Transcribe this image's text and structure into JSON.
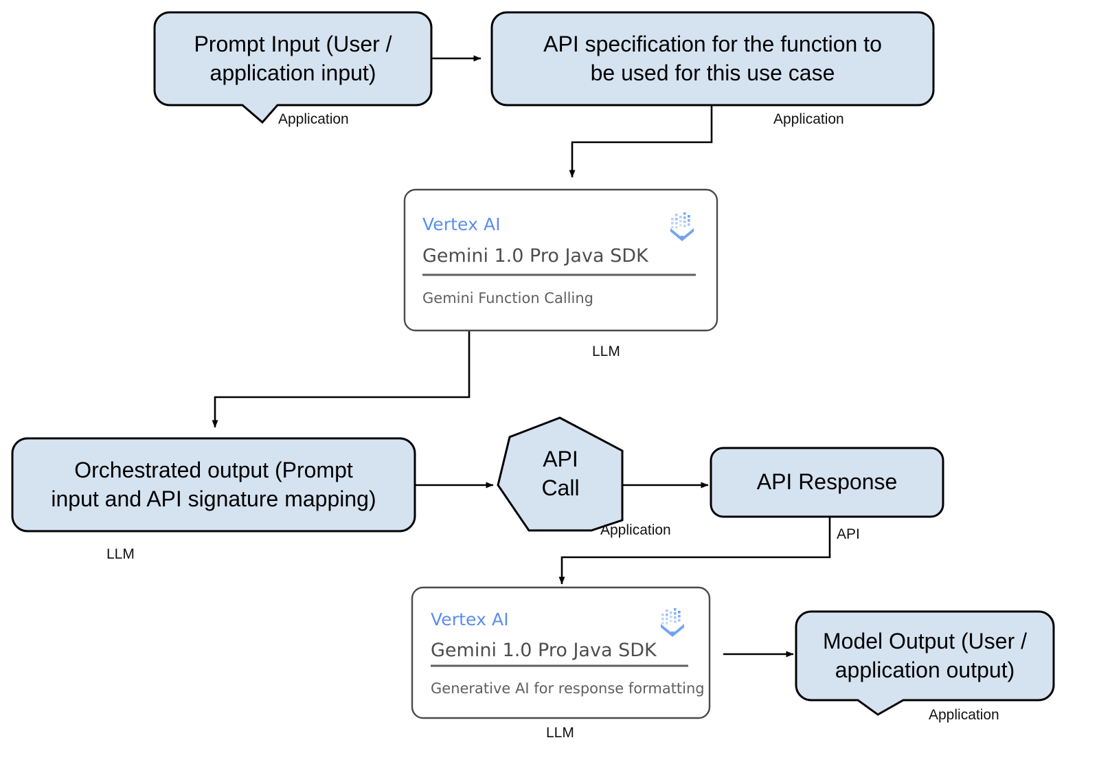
{
  "diagram": {
    "title": "Gemini Function Calling architecture flow",
    "colors": {
      "node_fill": "#d5e2f0",
      "node_stroke": "#000000",
      "card_fill": "#ffffff",
      "card_stroke": "#4a4a4a",
      "brand_blue": "#5b8def",
      "text_gray": "#4d4d4d",
      "edge": "#000000",
      "background": "#ffffff"
    },
    "nodes": [
      {
        "id": "prompt-input",
        "shape": "callout",
        "label": "Prompt Input (User /\napplication input)",
        "lane": "Application"
      },
      {
        "id": "api-specification",
        "shape": "rounded-rect",
        "label": "API specification for the function to\nbe used for this use case",
        "lane": "Application"
      },
      {
        "id": "vertex-ai-function-calling",
        "shape": "product-card",
        "brand": "Vertex AI",
        "title": "Gemini 1.0 Pro Java SDK",
        "subtitle": "Gemini Function Calling",
        "icon": "vertex-ai-icon",
        "lane": "LLM"
      },
      {
        "id": "orchestrated-output",
        "shape": "rounded-rect",
        "label": "Orchestrated output (Prompt\ninput and API signature mapping)",
        "lane": "LLM"
      },
      {
        "id": "api-call",
        "shape": "heptagon",
        "label": "API\nCall",
        "lane": "Application"
      },
      {
        "id": "api-response",
        "shape": "rounded-rect",
        "label": "API Response",
        "lane": "API"
      },
      {
        "id": "vertex-ai-response-formatting",
        "shape": "product-card",
        "brand": "Vertex AI",
        "title": "Gemini 1.0 Pro Java SDK",
        "subtitle": "Generative AI for response formatting",
        "icon": "vertex-ai-icon",
        "lane": "LLM"
      },
      {
        "id": "model-output",
        "shape": "callout",
        "label": "Model Output (User /\napplication output)",
        "lane": "Application"
      }
    ],
    "edges": [
      {
        "id": "prompt-to-spec",
        "from": "prompt-input",
        "to": "api-specification",
        "arrow": true
      },
      {
        "id": "spec-to-vertex",
        "from": "api-specification",
        "to": "vertex-ai-function-calling",
        "arrow": true
      },
      {
        "id": "vertex-to-orchestrated",
        "from": "vertex-ai-function-calling",
        "to": "orchestrated-output",
        "arrow": true
      },
      {
        "id": "orchestrated-to-apicall",
        "from": "orchestrated-output",
        "to": "api-call",
        "arrow": true
      },
      {
        "id": "apicall-to-response",
        "from": "api-call",
        "to": "api-response",
        "arrow": true
      },
      {
        "id": "response-to-vertex2",
        "from": "api-response",
        "to": "vertex-ai-response-formatting",
        "arrow": true
      },
      {
        "id": "vertex2-to-output",
        "from": "vertex-ai-response-formatting",
        "to": "model-output",
        "arrow": true
      }
    ],
    "labels": {
      "prompt_input": "Prompt Input (User /\napplication input)",
      "prompt_input_lane": "Application",
      "api_specification": "API specification for the function to\nbe used for this use case",
      "api_specification_lane": "Application",
      "vertex_card_1_brand": "Vertex AI",
      "vertex_card_1_title": "Gemini 1.0 Pro Java SDK",
      "vertex_card_1_subtitle": "Gemini Function Calling",
      "vertex_card_1_lane": "LLM",
      "orchestrated_output": "Orchestrated output (Prompt\ninput and API signature mapping)",
      "orchestrated_output_lane": "LLM",
      "api_call": "API\nCall",
      "api_call_lane": "Application",
      "api_response": "API Response",
      "api_response_lane": "API",
      "vertex_card_2_brand": "Vertex AI",
      "vertex_card_2_title": "Gemini 1.0 Pro Java SDK",
      "vertex_card_2_subtitle": "Generative AI for response formatting",
      "vertex_card_2_lane": "LLM",
      "model_output": "Model Output (User /\napplication output)",
      "model_output_lane": "Application"
    }
  }
}
